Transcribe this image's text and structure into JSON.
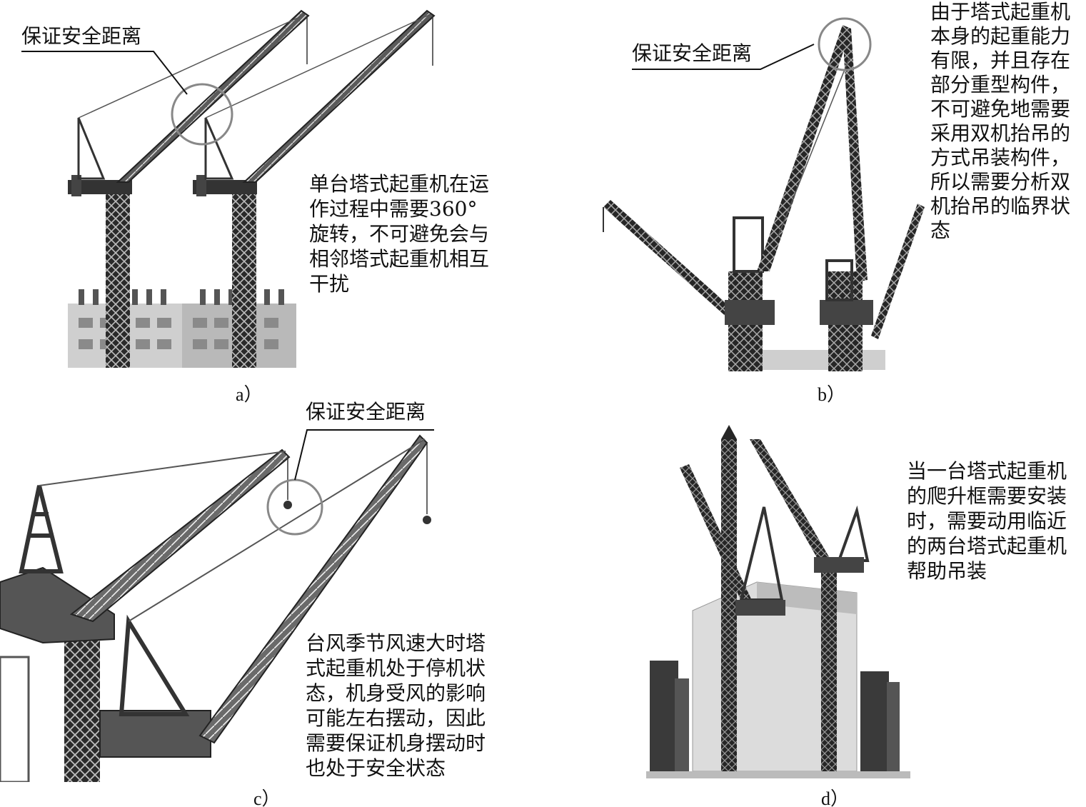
{
  "panels": {
    "a": {
      "caption": "a）",
      "callout": "保证安全距离",
      "description": [
        "单台塔式起重机在运",
        "作过程中需要360°",
        "旋转，不可避免会与",
        "相邻塔式起重机相互",
        "干扰"
      ]
    },
    "b": {
      "caption": "b）",
      "callout": "保证安全距离",
      "description": [
        "由于塔式起重机",
        "本身的起重能力",
        "有限，并且存在",
        "部分重型构件，",
        "不可避免地需要",
        "采用双机抬吊的",
        "方式吊装构件，",
        "所以需要分析双",
        "机抬吊的临界状",
        "态"
      ]
    },
    "c": {
      "caption": "c）",
      "callout": "保证安全距离",
      "description": [
        "台风季节风速大时塔",
        "式起重机处于停机状",
        "态，机身受风的影响",
        "可能左右摆动，因此",
        "需要保证机身摆动时",
        "也处于安全状态"
      ]
    },
    "d": {
      "caption": "d）",
      "description": [
        "当一台塔式起重机",
        "的爬升框需要安装",
        "时，需要动用临近",
        "的两台塔式起重机",
        "帮助吊装"
      ]
    }
  }
}
